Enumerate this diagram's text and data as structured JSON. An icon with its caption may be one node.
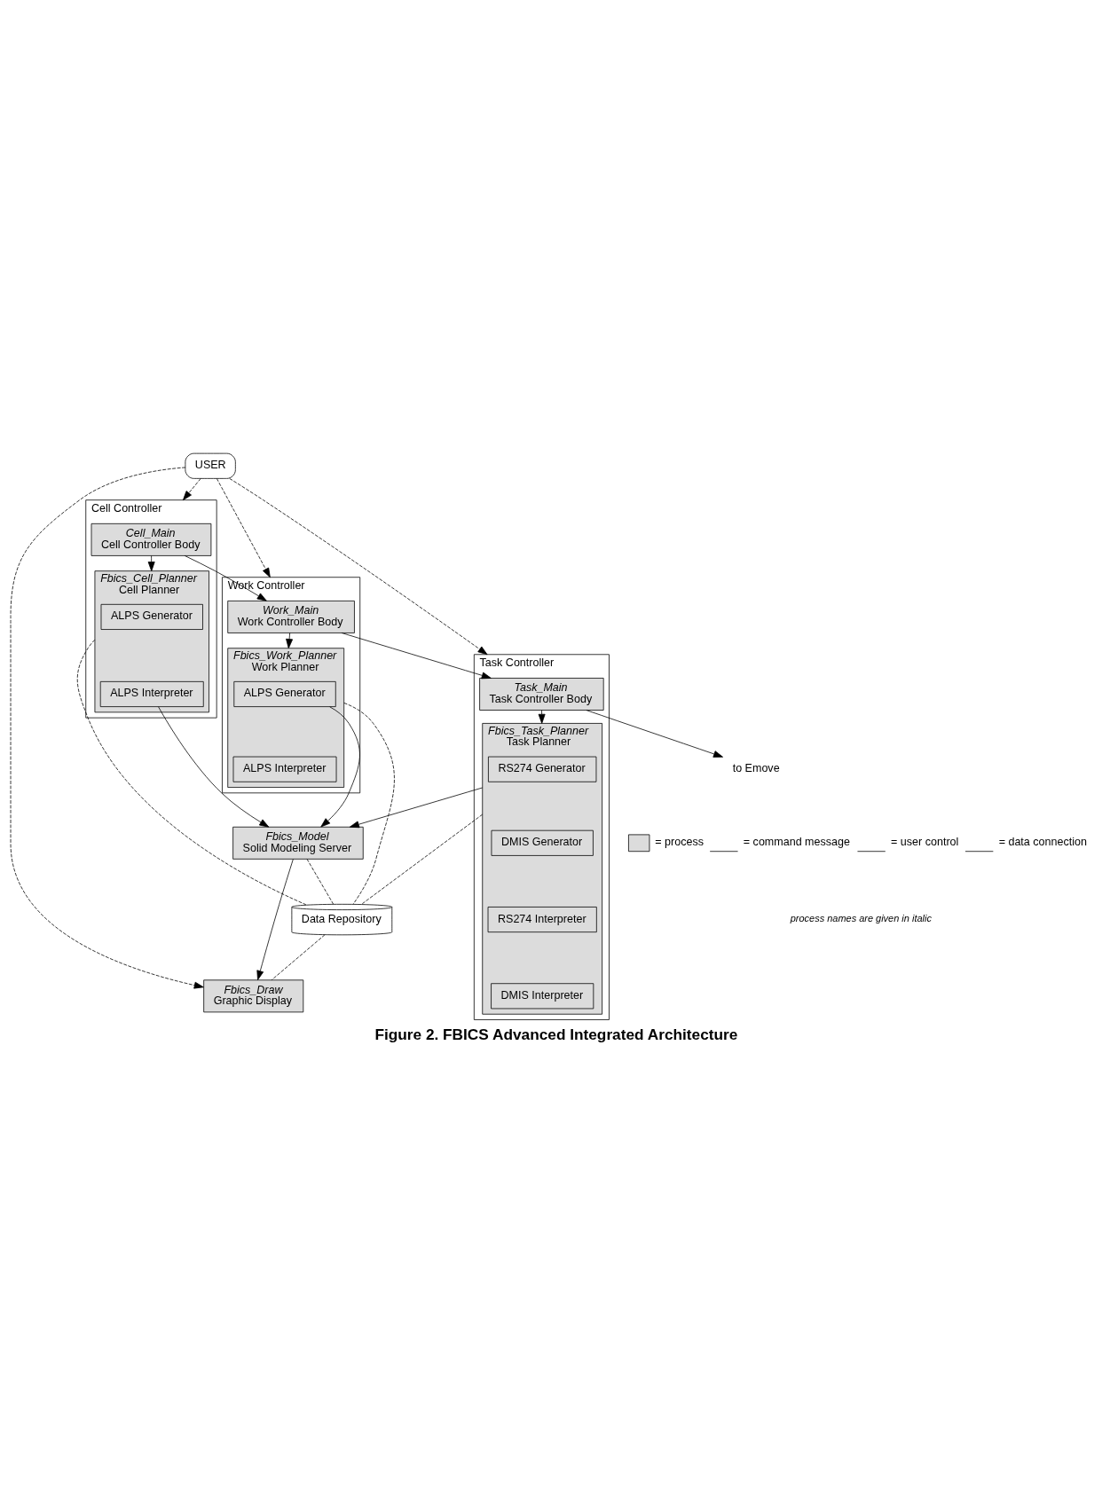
{
  "diagram": {
    "caption": "Figure 2. FBICS Advanced Integrated Architecture",
    "nodes": [
      {
        "text": [
          "USER"
        ]
      },
      {
        "text": [
          "Cell Controller"
        ]
      },
      {
        "text": [
          "Cell_Main",
          "Cell Controller Body"
        ],
        "in": 1
      },
      {
        "text": [
          "Fbics_Cell_Planner",
          "Cell Planner"
        ],
        "in": 1
      },
      {
        "text": [
          "ALPS Generator"
        ],
        "in": 3
      },
      {
        "text": [
          "ALPS Interpreter"
        ],
        "in": 3
      },
      {
        "text": [
          "Fbics_Model",
          "Solid Modeling Server"
        ]
      },
      {
        "text": [
          "Work Controller"
        ]
      },
      {
        "text": [
          "Work_Main",
          "Work Controller Body"
        ],
        "in": 7
      },
      {
        "text": [
          "Fbics_Work_Planner",
          "Work Planner"
        ],
        "in": 7
      },
      {
        "text": [
          "ALPS Generator"
        ],
        "in": 9
      },
      {
        "text": [
          "ALPS Interpreter"
        ],
        "in": 9
      },
      {
        "text": [
          "Task Controller"
        ]
      },
      {
        "text": [
          "Task_Main",
          "Task Controller Body"
        ],
        "in": 12
      },
      {
        "text": [
          "Fbics_Task_Planner",
          "Task Planner"
        ],
        "in": 12
      },
      {
        "text": [
          "RS274 Generator"
        ],
        "in": 14
      },
      {
        "text": [
          "DMIS Generator"
        ],
        "in": 14
      },
      {
        "text": [
          "RS274 Interpreter"
        ],
        "in": 14
      },
      {
        "text": [
          "DMIS Interpreter"
        ],
        "in": 14
      },
      {
        "text": [
          "Data Repository"
        ]
      },
      {
        "text": [
          "Fbics_Draw",
          "Graphic Display"
        ]
      },
      {
        "text": [
          "to Emove"
        ]
      }
    ],
    "edges": [
      {
        "from": 0,
        "to": 1,
        "arrow": "to",
        "style": "dashed"
      },
      {
        "from": 0,
        "to": 7,
        "arrow": "to",
        "style": "dashed"
      },
      {
        "from": 0,
        "to": 12,
        "arrow": "to",
        "style": "dashed"
      },
      {
        "from": 0,
        "to": 20,
        "arrow": "to",
        "style": "dashed"
      },
      {
        "from": 2,
        "to": 3,
        "arrow": "to"
      },
      {
        "from": 2,
        "to": 8,
        "arrow": "to"
      },
      {
        "from": 5,
        "to": 6,
        "arrow": "to"
      },
      {
        "from": 8,
        "to": 9,
        "arrow": "to"
      },
      {
        "from": 10,
        "to": 6,
        "arrow": "to"
      },
      {
        "from": 8,
        "to": 13,
        "arrow": "to"
      },
      {
        "from": 13,
        "to": 14,
        "arrow": "to"
      },
      {
        "from": 14,
        "to": 6,
        "arrow": "to"
      },
      {
        "from": 13,
        "to": 21,
        "arrow": "to"
      },
      {
        "from": 6,
        "to": 20,
        "arrow": "to"
      },
      {
        "from": 3,
        "to": 19,
        "arrow": "none",
        "style": "dashed"
      },
      {
        "from": 9,
        "to": 19,
        "arrow": "none",
        "style": "dashed"
      },
      {
        "from": 14,
        "to": 19,
        "arrow": "none",
        "style": "dashed"
      },
      {
        "from": 6,
        "to": 19,
        "arrow": "none",
        "style": "dashed"
      },
      {
        "from": 19,
        "to": 20,
        "arrow": "none",
        "style": "dashed"
      }
    ],
    "labels": [
      "process names are given in italic"
    ],
    "legend": [
      {
        "text": "= process",
        "color": "#dcdcdc"
      },
      {
        "text": "= command message"
      },
      {
        "text": "= user control"
      },
      {
        "text": "= data connection"
      }
    ]
  }
}
